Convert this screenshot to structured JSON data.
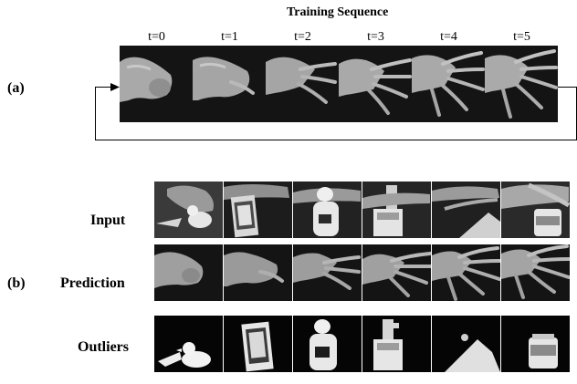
{
  "figure": {
    "title": "Training Sequence",
    "part_a_label": "(a)",
    "part_b_label": "(b)",
    "time_labels": [
      "t=0",
      "t=1",
      "t=2",
      "t=3",
      "t=4",
      "t=5"
    ],
    "row_labels": {
      "input": "Input",
      "prediction": "Prediction",
      "outliers": "Outliers"
    }
  },
  "images": {
    "training": [
      "hand-fist",
      "hand-opening-1",
      "hand-opening-2",
      "hand-opening-3",
      "hand-open-4",
      "hand-open-5"
    ],
    "input": [
      "hand-with-duck",
      "hand-with-box",
      "hand-with-bottle",
      "hand-with-spray",
      "hand-with-paper",
      "hand-with-jar"
    ],
    "prediction": [
      "hand-fist",
      "hand-opening-1",
      "hand-opening-2",
      "hand-opening-3",
      "hand-open-4",
      "hand-open-5"
    ],
    "outliers": [
      "duck-outlier",
      "box-outlier",
      "bottle-outlier",
      "spray-outlier",
      "paper-outlier",
      "jar-outlier"
    ]
  }
}
